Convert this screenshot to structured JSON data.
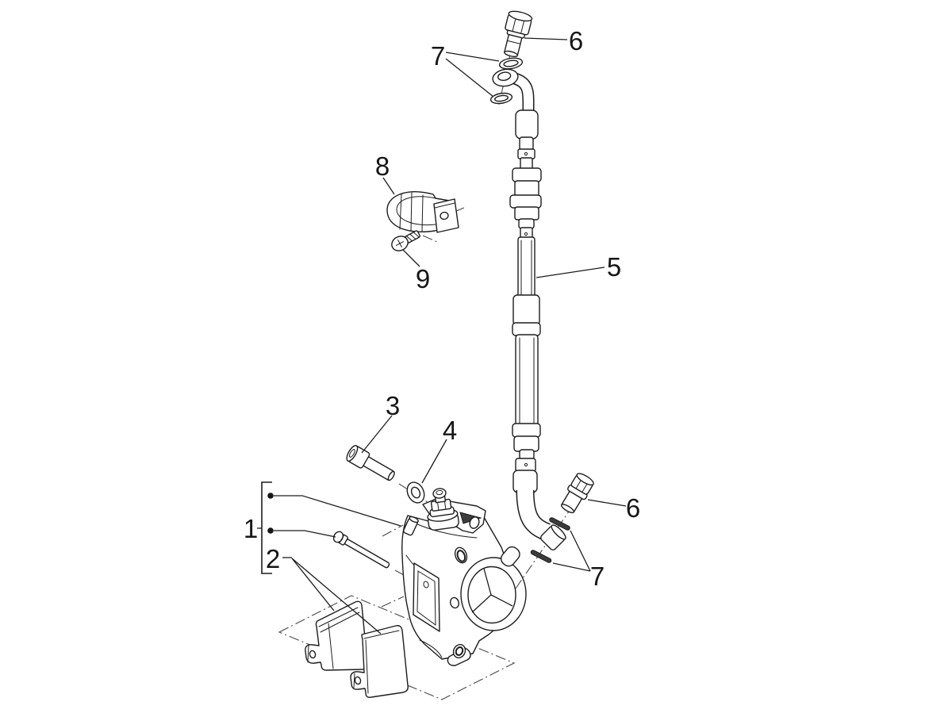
{
  "diagram": {
    "type": "exploded-parts-diagram",
    "colors": {
      "background": "#ffffff",
      "line": "#1d1d1d",
      "centerline": "#4a4a4a"
    },
    "callouts": {
      "c1": "1",
      "c2": "2",
      "c3": "3",
      "c4": "4",
      "c5": "5",
      "c6_top": "6",
      "c7_top": "7",
      "c6_mid": "6",
      "c7_mid": "7",
      "c8": "8",
      "c9": "9"
    }
  }
}
